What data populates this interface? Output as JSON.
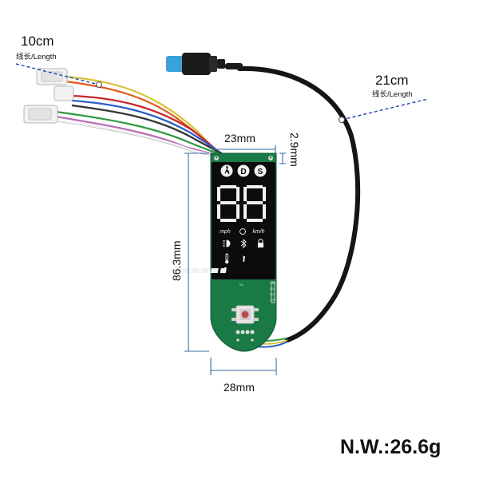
{
  "labels": {
    "left_cable_length": "10cm",
    "left_cable_caption": "线长/Length",
    "right_cable_length": "21cm",
    "right_cable_caption": "线长/Length",
    "top_width": "23mm",
    "thickness": "2.9mm",
    "board_height": "86.3mm",
    "bottom_width": "28mm",
    "net_weight": "N.W.:26.6g"
  },
  "display": {
    "digits": "88",
    "unit_mph": "mph",
    "unit_kmh": "km/h",
    "mode_d": "D",
    "mode_s": "S"
  },
  "colors": {
    "pcb": "#1a7a45",
    "lcd": "#0c0c0c",
    "dimension_line": "#3a6ea8",
    "cable": "#151515",
    "connector_blue": "#3aa0d8"
  },
  "icons": [
    "walk-icon",
    "headlight-icon",
    "bluetooth-icon",
    "lock-icon",
    "thermometer-icon",
    "wrench-icon",
    "battery-icon",
    "speed-limit-icon"
  ]
}
